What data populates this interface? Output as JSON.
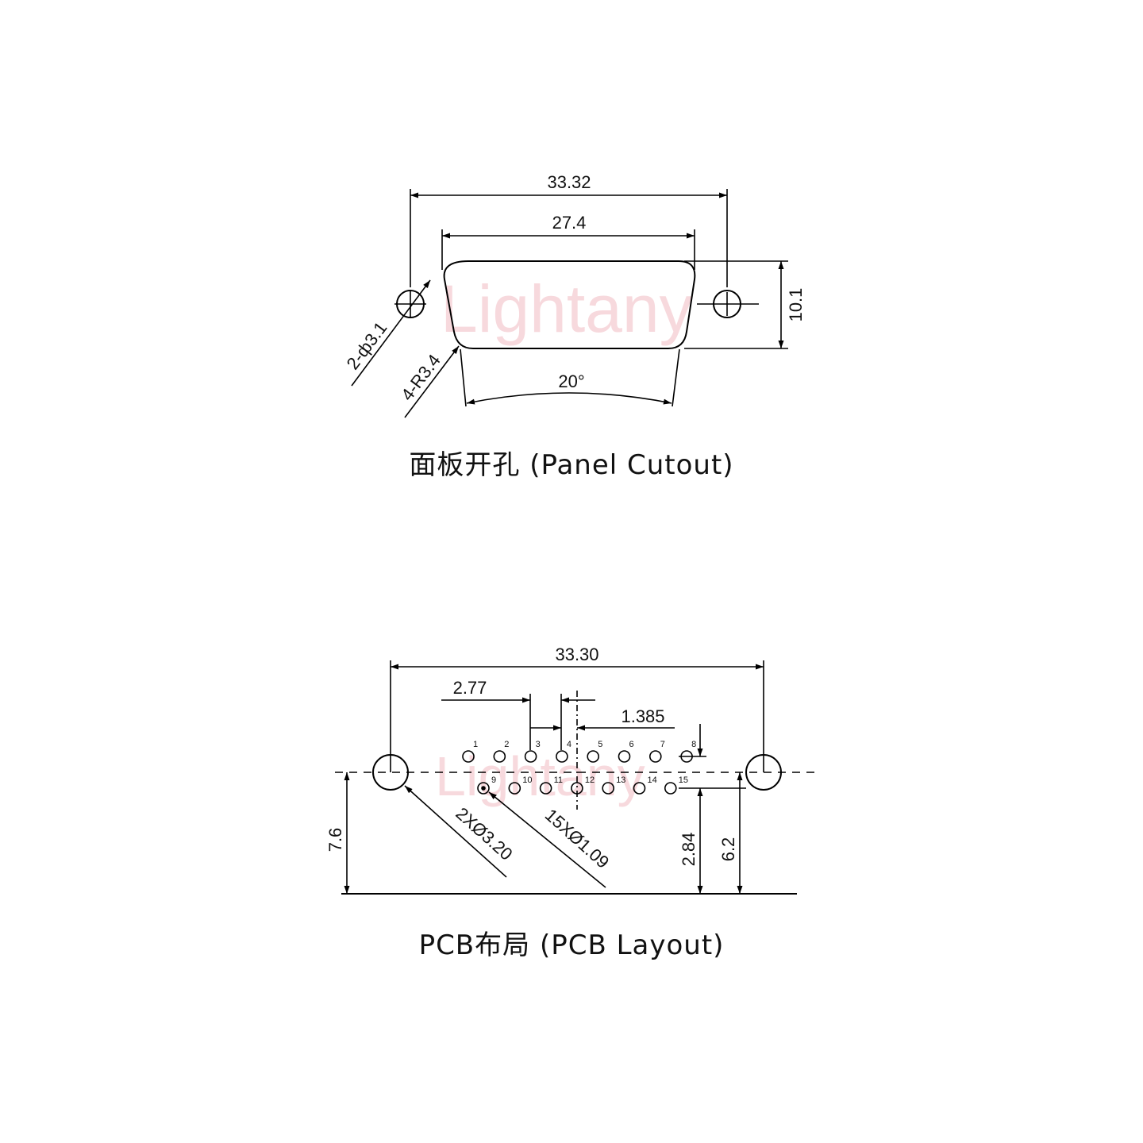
{
  "watermark": "Lightany",
  "panel": {
    "caption": "面板开孔 (Panel Cutout)",
    "dim_overall": "33.32",
    "dim_shell": "27.4",
    "dim_height": "10.1",
    "dim_angle": "20°",
    "dim_holes": "2-ф3.1",
    "dim_radius": "4-R3.4"
  },
  "pcb": {
    "caption": "PCB布局 (PCB Layout)",
    "dim_overall": "33.30",
    "dim_pitch": "2.77",
    "dim_half_pitch": "1.385",
    "dim_mount_holes": "2XØ3.20",
    "dim_pin_holes": "15XØ1.09",
    "dim_7_6": "7.6",
    "dim_2_84": "2.84",
    "dim_6_2": "6.2",
    "pins_row1": [
      "1",
      "2",
      "3",
      "4",
      "5",
      "6",
      "7",
      "8"
    ],
    "pins_row2": [
      "9",
      "10",
      "11",
      "12",
      "13",
      "14",
      "15"
    ]
  },
  "colors": {
    "line": "#000000",
    "watermark": "#f7d9dd"
  }
}
